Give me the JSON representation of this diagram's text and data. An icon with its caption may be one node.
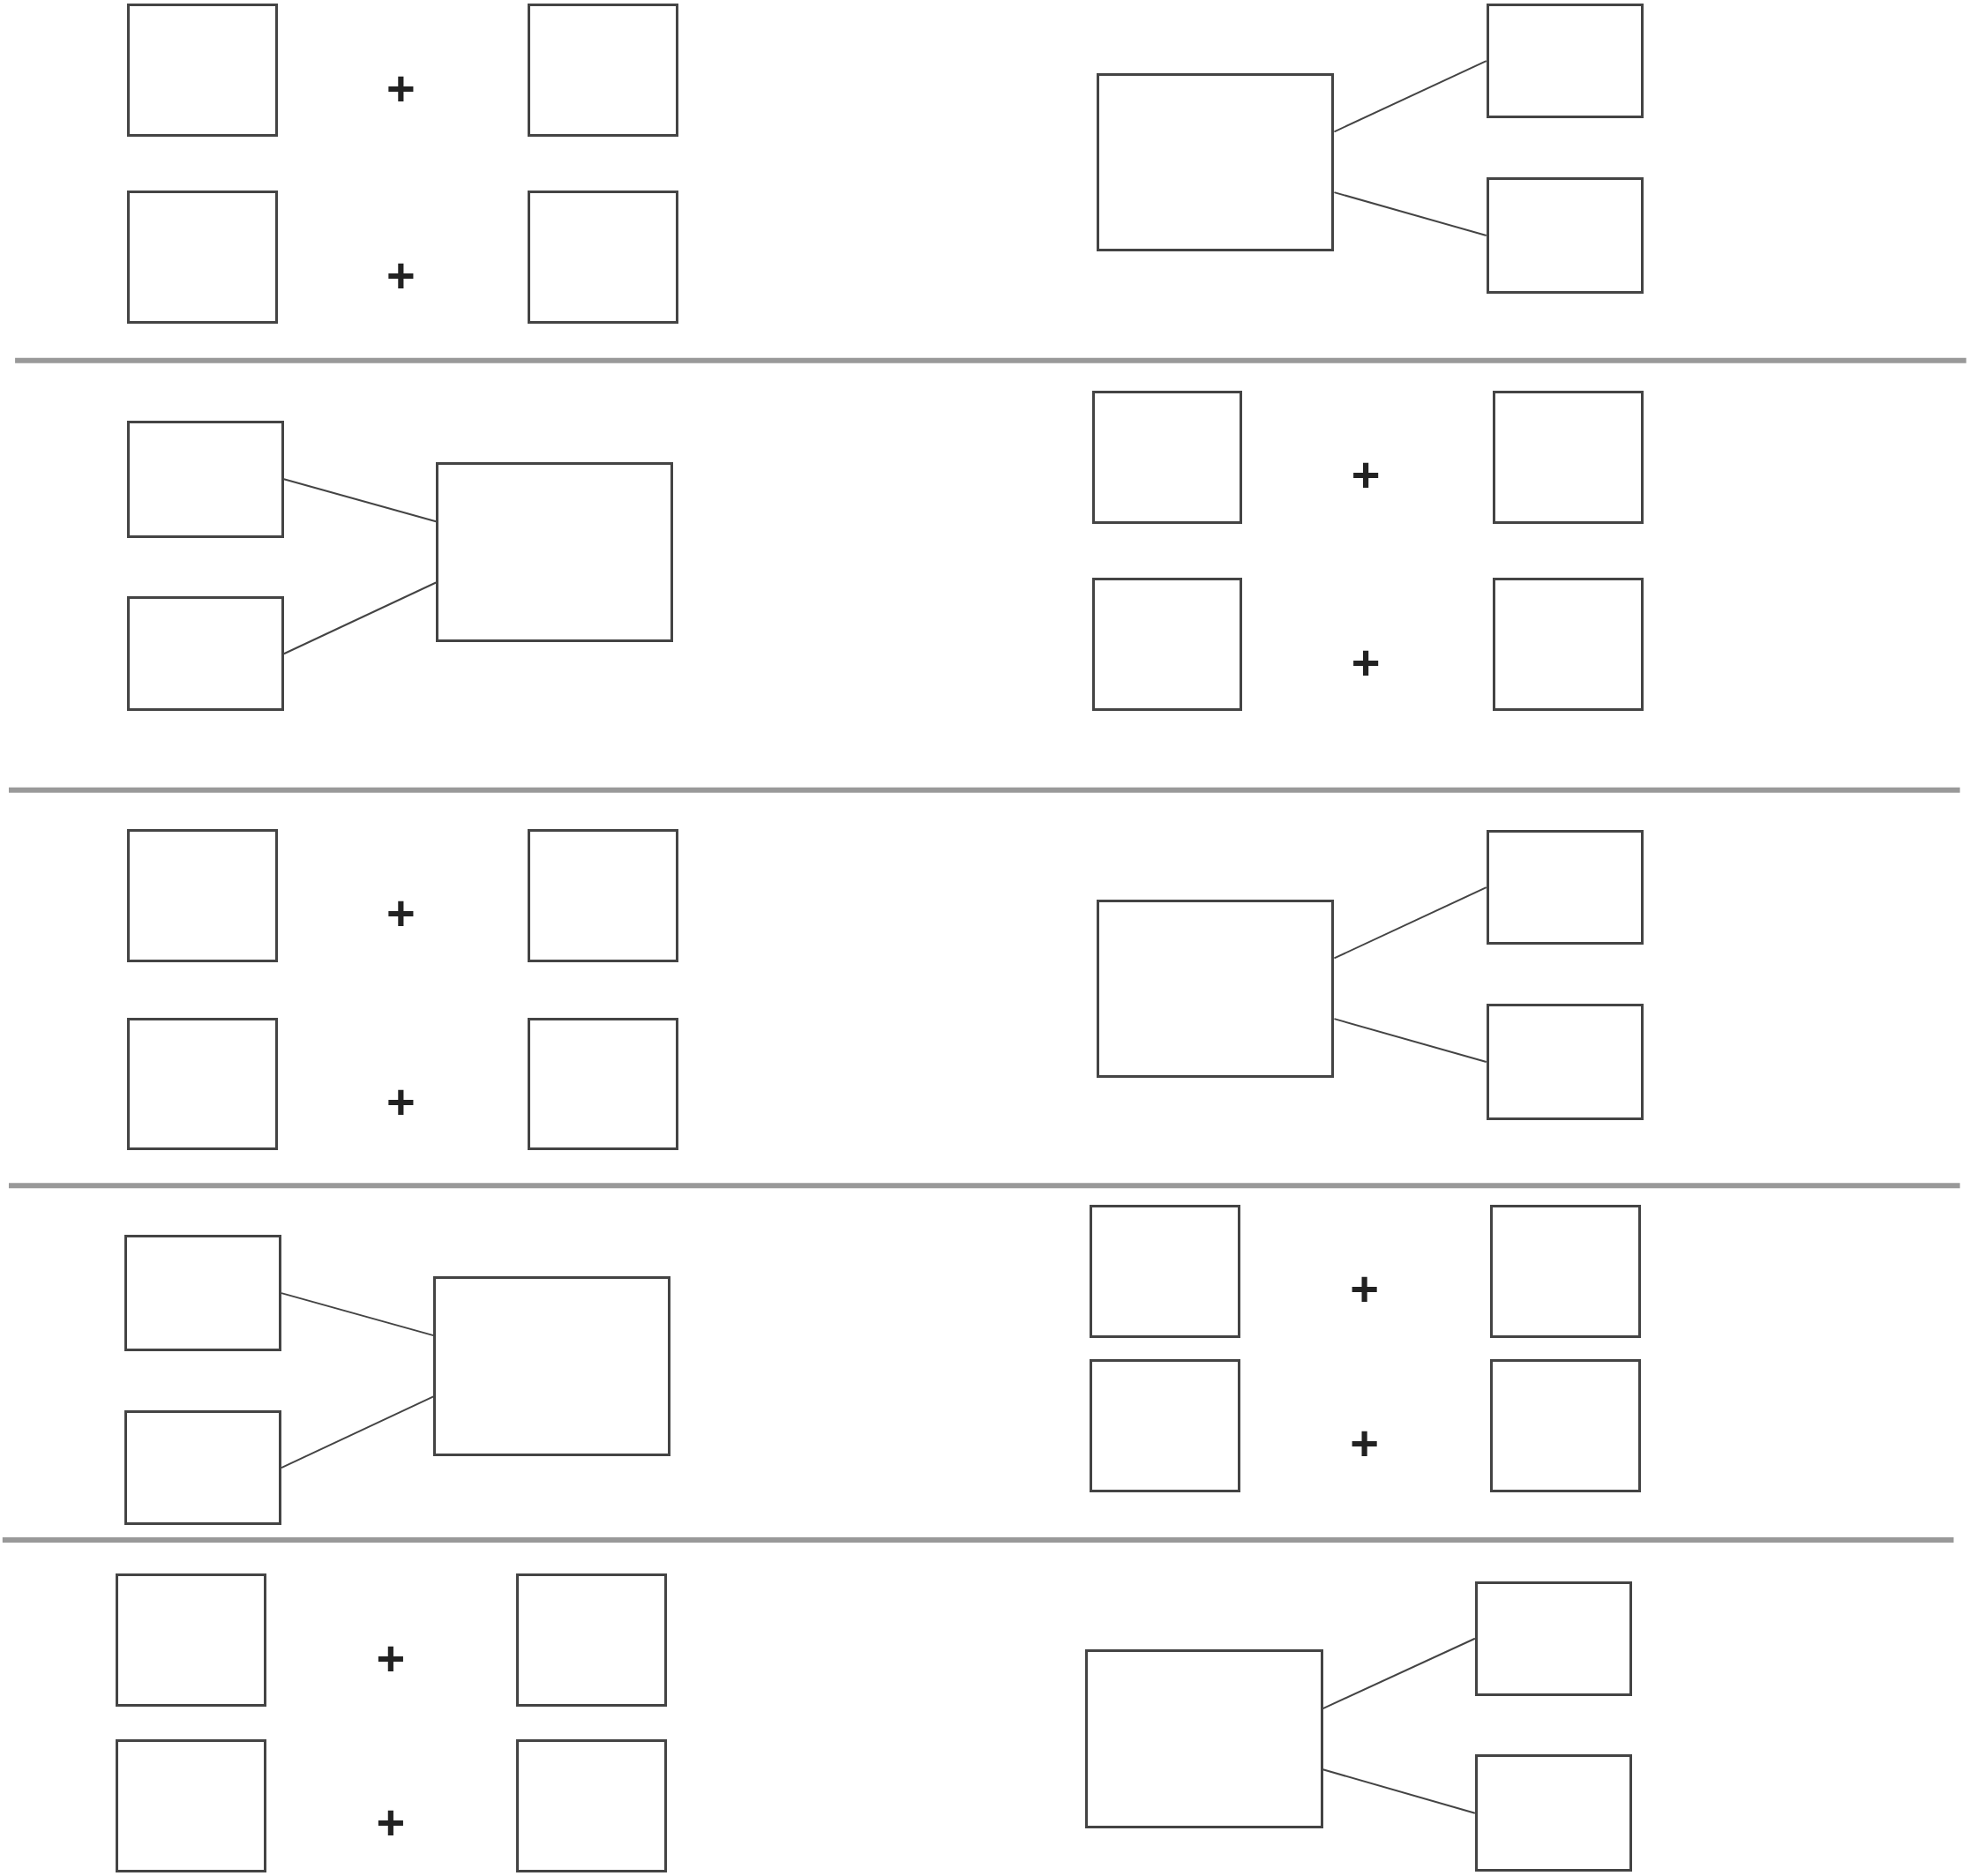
{
  "diagram": {
    "nodes": [
      {
        "text": [],
        "shape": "box"
      },
      {
        "text": [],
        "shape": "box"
      },
      {
        "text": [],
        "shape": "box"
      },
      {
        "text": [],
        "shape": "box"
      },
      {
        "text": [],
        "shape": "box"
      },
      {
        "text": [],
        "shape": "box"
      },
      {
        "text": [],
        "shape": "box"
      },
      {
        "text": [],
        "shape": "box"
      },
      {
        "text": [],
        "shape": "box"
      },
      {
        "text": [],
        "shape": "box"
      },
      {
        "text": [],
        "shape": "box"
      },
      {
        "text": [],
        "shape": "box"
      },
      {
        "text": [],
        "shape": "box"
      },
      {
        "text": [],
        "shape": "box"
      },
      {
        "text": [],
        "shape": "box"
      },
      {
        "text": [],
        "shape": "box"
      },
      {
        "text": [],
        "shape": "box"
      },
      {
        "text": [],
        "shape": "box"
      },
      {
        "text": [],
        "shape": "box"
      },
      {
        "text": [],
        "shape": "box"
      },
      {
        "text": [],
        "shape": "box"
      },
      {
        "text": [],
        "shape": "box"
      },
      {
        "text": [],
        "shape": "box"
      },
      {
        "text": [],
        "shape": "box"
      },
      {
        "text": [],
        "shape": "box"
      },
      {
        "text": [],
        "shape": "box"
      },
      {
        "text": [],
        "shape": "box"
      },
      {
        "text": [],
        "shape": "box"
      },
      {
        "text": [],
        "shape": "box"
      },
      {
        "text": [],
        "shape": "box"
      },
      {
        "text": [],
        "shape": "box"
      },
      {
        "text": [],
        "shape": "box"
      },
      {
        "text": [],
        "shape": "box"
      },
      {
        "text": [],
        "shape": "box"
      },
      {
        "text": [],
        "shape": "box"
      }
    ],
    "edges": [
      {
        "from": 4,
        "to": 5,
        "arrow": "none"
      },
      {
        "from": 4,
        "to": 6,
        "arrow": "none"
      },
      {
        "from": 7,
        "to": 9,
        "arrow": "none"
      },
      {
        "from": 8,
        "to": 9,
        "arrow": "none"
      },
      {
        "from": 18,
        "to": 19,
        "arrow": "none"
      },
      {
        "from": 18,
        "to": 20,
        "arrow": "none"
      },
      {
        "from": 21,
        "to": 23,
        "arrow": "none"
      },
      {
        "from": 22,
        "to": 23,
        "arrow": "none"
      },
      {
        "from": 32,
        "to": 33,
        "arrow": "none"
      },
      {
        "from": 32,
        "to": 34,
        "arrow": "none"
      }
    ],
    "labels": [
      "+",
      "+",
      "+",
      "+",
      "+",
      "+",
      "+",
      "+",
      "+",
      "+"
    ]
  }
}
